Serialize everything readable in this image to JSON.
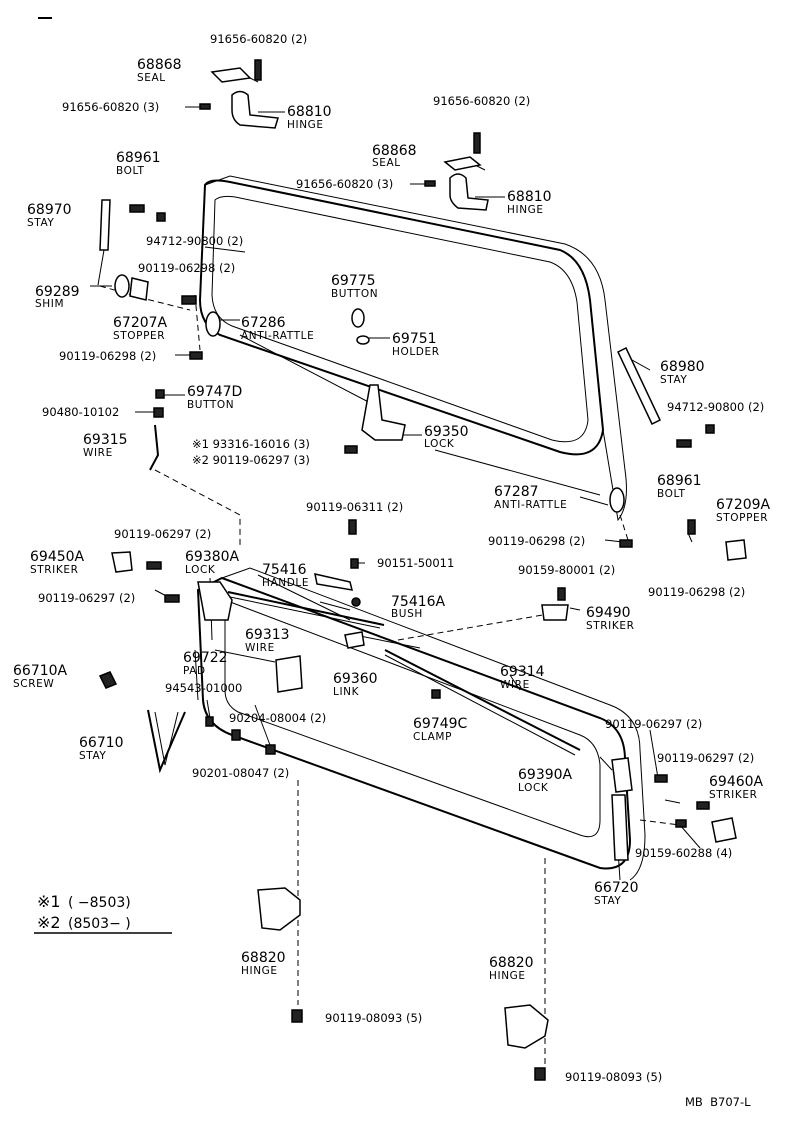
{
  "page_id": "MB  B707-L",
  "legend": {
    "row1_mark": "※1",
    "row1_text": "(      −8503)",
    "row2_mark": "※2",
    "row2_text": "(8503−      )"
  },
  "callouts": {
    "c01": {
      "num": "91656-60820 (2)",
      "name": ""
    },
    "c02": {
      "num": "68868",
      "name": "SEAL"
    },
    "c03": {
      "num": "91656-60820 (3)",
      "name": ""
    },
    "c04": {
      "num": "68810",
      "name": "HINGE"
    },
    "c05": {
      "num": "91656-60820 (2)",
      "name": ""
    },
    "c06": {
      "num": "68868",
      "name": "SEAL"
    },
    "c07": {
      "num": "91656-60820 (3)",
      "name": ""
    },
    "c08": {
      "num": "68810",
      "name": "HINGE"
    },
    "c09": {
      "num": "68961",
      "name": "BOLT"
    },
    "c10": {
      "num": "68970",
      "name": "STAY"
    },
    "c11": {
      "num": "94712-90800 (2)",
      "name": ""
    },
    "c12": {
      "num": "90119-06298 (2)",
      "name": ""
    },
    "c13": {
      "num": "69289",
      "name": "SHIM"
    },
    "c14": {
      "num": "67207A",
      "name": "STOPPER"
    },
    "c15": {
      "num": "67286",
      "name": "ANTI-RATTLE"
    },
    "c16": {
      "num": "90119-06298 (2)",
      "name": ""
    },
    "c17": {
      "num": "69775",
      "name": "BUTTON"
    },
    "c18": {
      "num": "69751",
      "name": "HOLDER"
    },
    "c19": {
      "num": "68980",
      "name": "STAY"
    },
    "c20": {
      "num": "94712-90800 (2)",
      "name": ""
    },
    "c21": {
      "num": "69747D",
      "name": "BUTTON"
    },
    "c22": {
      "num": "90480-10102",
      "name": ""
    },
    "c23": {
      "num": "69315",
      "name": "WIRE"
    },
    "c24": {
      "num": "※1 93316-16016 (3)",
      "name": ""
    },
    "c25": {
      "num": "※2 90119-06297 (3)",
      "name": ""
    },
    "c26": {
      "num": "69350",
      "name": "LOCK"
    },
    "c27": {
      "num": "68961",
      "name": "BOLT"
    },
    "c28": {
      "num": "67287",
      "name": "ANTI-RATTLE"
    },
    "c29": {
      "num": "67209A",
      "name": "STOPPER"
    },
    "c30": {
      "num": "90119-06311 (2)",
      "name": ""
    },
    "c31": {
      "num": "90119-06298 (2)",
      "name": ""
    },
    "c32": {
      "num": "90119-06297 (2)",
      "name": ""
    },
    "c33": {
      "num": "69450A",
      "name": "STRIKER"
    },
    "c34": {
      "num": "69380A",
      "name": "LOCK"
    },
    "c35": {
      "num": "90151-50011",
      "name": ""
    },
    "c36": {
      "num": "75416",
      "name": "HANDLE"
    },
    "c37": {
      "num": "90159-80001 (2)",
      "name": ""
    },
    "c38": {
      "num": "90119-06298 (2)",
      "name": ""
    },
    "c39": {
      "num": "90119-06297 (2)",
      "name": ""
    },
    "c40": {
      "num": "75416A",
      "name": "BUSH"
    },
    "c41": {
      "num": "69490",
      "name": "STRIKER"
    },
    "c42": {
      "num": "69313",
      "name": "WIRE"
    },
    "c43": {
      "num": "66710A",
      "name": "SCREW"
    },
    "c44": {
      "num": "69722",
      "name": "PAD"
    },
    "c45": {
      "num": "69360",
      "name": "LINK"
    },
    "c46": {
      "num": "69314",
      "name": "WIRE"
    },
    "c47": {
      "num": "94543-01000",
      "name": ""
    },
    "c48": {
      "num": "90204-08004 (2)",
      "name": ""
    },
    "c49": {
      "num": "69749C",
      "name": "CLAMP"
    },
    "c50": {
      "num": "90119-06297 (2)",
      "name": ""
    },
    "c51": {
      "num": "66710",
      "name": "STAY"
    },
    "c52": {
      "num": "90119-06297 (2)",
      "name": ""
    },
    "c53": {
      "num": "69390A",
      "name": "LOCK"
    },
    "c54": {
      "num": "69460A",
      "name": "STRIKER"
    },
    "c55": {
      "num": "90201-08047 (2)",
      "name": ""
    },
    "c56": {
      "num": "90159-60288 (4)",
      "name": ""
    },
    "c57": {
      "num": "66720",
      "name": "STAY"
    },
    "c58": {
      "num": "68820",
      "name": "HINGE"
    },
    "c59": {
      "num": "68820",
      "name": "HINGE"
    },
    "c60": {
      "num": "90119-08093 (5)",
      "name": ""
    },
    "c61": {
      "num": "90119-08093 (5)",
      "name": ""
    }
  }
}
